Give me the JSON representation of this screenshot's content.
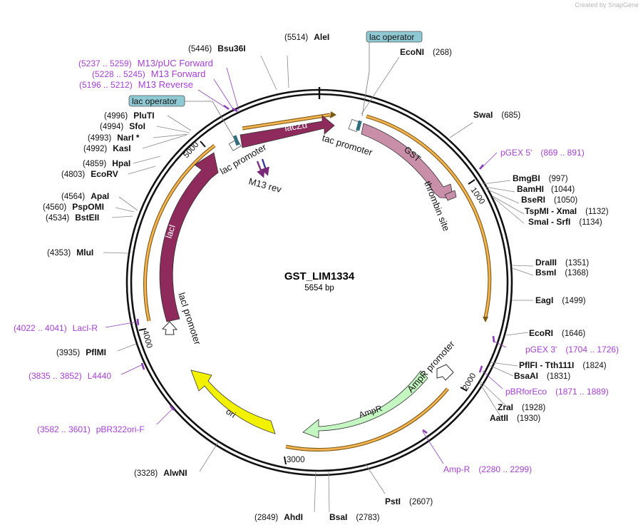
{
  "credit": {
    "prefix": "Created by",
    "brand": "SnapGene"
  },
  "plasmid": {
    "name": "GST_LIM1334",
    "size_label": "5654 bp"
  },
  "ticks": [
    "1000",
    "2000",
    "3000",
    "4000",
    "5000"
  ],
  "features": [
    {
      "id": "lacZa",
      "label": "lacZα",
      "color": "#8e2a5c"
    },
    {
      "id": "GST",
      "label": "GST",
      "color": "#c98fa9"
    },
    {
      "id": "lacI",
      "label": "lacI",
      "color": "#8e2a5c"
    },
    {
      "id": "AmpR",
      "label": "AmpR",
      "color": "#c3f6c0"
    },
    {
      "id": "ori",
      "label": "ori",
      "color": "#f2f200"
    }
  ],
  "feature_labels": {
    "tac_promoter_1": "tac promoter",
    "tac_promoter_2": "tac promoter",
    "lac_promoter": "lac promoter",
    "m13_rev": "M13 rev",
    "thrombin_site": "thrombin site",
    "lacI_promoter": "lacI promoter",
    "ampR_promoter": "AmpR promoter",
    "lac_operator_1": "lac operator",
    "lac_operator_2": "lac operator"
  },
  "enzymes": [
    {
      "name": "AleI",
      "pos": "(5514)"
    },
    {
      "name": "Bsu36I",
      "pos": "(5446)"
    },
    {
      "name": "EcoNI",
      "pos": "(268)"
    },
    {
      "name": "SwaI",
      "pos": "(685)"
    },
    {
      "name": "BmgBI",
      "pos": "(997)"
    },
    {
      "name": "BamHI",
      "pos": "(1044)"
    },
    {
      "name": "BseRI",
      "pos": "(1050)"
    },
    {
      "name": "TspMI",
      "sep": " - ",
      "name2": "XmaI",
      "pos": "(1132)"
    },
    {
      "name": "SmaI",
      "sep": " - ",
      "name2": "SrfI",
      "pos": "(1134)"
    },
    {
      "name": "DraIII",
      "pos": "(1351)"
    },
    {
      "name": "BsmI",
      "pos": "(1368)"
    },
    {
      "name": "EagI",
      "pos": "(1499)"
    },
    {
      "name": "EcoRI",
      "pos": "(1646)"
    },
    {
      "name": "PflFI",
      "sep": " - ",
      "name2": "Tth111I",
      "pos": "(1824)"
    },
    {
      "name": "BsaAI",
      "pos": "(1831)"
    },
    {
      "name": "ZraI",
      "pos": "(1928)"
    },
    {
      "name": "AatII",
      "pos": "(1930)"
    },
    {
      "name": "PstI",
      "pos": "(2607)"
    },
    {
      "name": "BsaI",
      "pos": "(2783)"
    },
    {
      "name": "AhdI",
      "pos": "(2849)"
    },
    {
      "name": "AlwNI",
      "pos": "(3328)"
    },
    {
      "name": "PflMI",
      "pos": "(3935)"
    },
    {
      "name": "MluI",
      "pos": "(4353)"
    },
    {
      "name": "BstEII",
      "pos": "(4534)"
    },
    {
      "name": "PspOMI",
      "pos": "(4560)"
    },
    {
      "name": "ApaI",
      "pos": "(4564)"
    },
    {
      "name": "EcoRV",
      "pos": "(4803)"
    },
    {
      "name": "HpaI",
      "pos": "(4859)"
    },
    {
      "name": "KasI",
      "pos": "(4992)"
    },
    {
      "name": "NarI *",
      "pos": "(4993)"
    },
    {
      "name": "SfoI",
      "pos": "(4994)"
    },
    {
      "name": "PluTI",
      "pos": "(4996)"
    }
  ],
  "primers": [
    {
      "name": "M13/pUC Forward",
      "range": "(5237 .. 5259)"
    },
    {
      "name": "M13 Forward",
      "range": "(5228 .. 5245)"
    },
    {
      "name": "M13 Reverse",
      "range": "(5196 .. 5212)"
    },
    {
      "name": "pGEX 5'",
      "range": "(869 .. 891)"
    },
    {
      "name": "pGEX 3'",
      "range": "(1704 .. 1726)"
    },
    {
      "name": "pBRforEco",
      "range": "(1871 .. 1889)"
    },
    {
      "name": "Amp-R",
      "range": "(2280 .. 2299)"
    },
    {
      "name": "pBR322ori-F",
      "range": "(3582 .. 3601)"
    },
    {
      "name": "L4440",
      "range": "(3835 .. 3852)"
    },
    {
      "name": "LacI-R",
      "range": "(4022 .. 4041)"
    }
  ]
}
